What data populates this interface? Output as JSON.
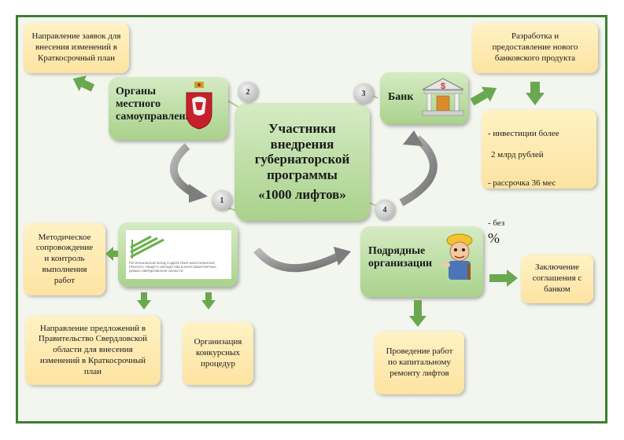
{
  "center": {
    "line1": "Участники",
    "line2": "внедрения",
    "line3": "губернаторской",
    "line4": "программы",
    "line5": "«1000 лифтов»"
  },
  "nodes": {
    "local_gov": "Органы\nместного\nсамоуправления",
    "bank": "Банк",
    "contractors": "Подрядные\nорганизации",
    "fund_logo_text": "РЕГИОНАЛЬНЫЙ ФОНД СОДЕЙСТВИЯ КАПИТАЛЬНОМУ РЕМОНТУ ОБЩЕГО ИМУЩЕСТВА В МНОГОКВАРТИРНЫХ ДОМАХ СВЕРДЛОВСКОЙ ОБЛАСТИ"
  },
  "badges": [
    "1",
    "2",
    "3",
    "4"
  ],
  "boxes": {
    "applications": "Направление заявок для\nвнесения изменений в\nКраткосрочный план",
    "bank_product": "Разработка и\nпредоставление нового\nбанковского продукта",
    "bank_terms": {
      "l1": "- инвестиции более",
      "l2": "2 млрд рублей",
      "l3": "- рассрочка 36 мес",
      "l4": "- без",
      "l4_sym": "%"
    },
    "methodical": "Методическое\nсопровождение\nи контроль\nвыполнения\nработ",
    "proposals": "Направление предложений в\nПравительство Свердловской\nобласти для внесения\nизменений в Краткосрочный\nплан",
    "tenders": "Организация\nконкурсных\nпроцедур",
    "repair_works": "Проведение работ\nпо капитальному\nремонту лифтов",
    "agreement": "Заключение\nсоглашения с\nбанком"
  },
  "colors": {
    "frame": "#3f7e33",
    "green_box": "#a9d28c",
    "yellow_box": "#fde3a1",
    "arrow_green": "#6aa84f",
    "curve_gray": "#8c8c8c",
    "coat_red": "#c8202a"
  },
  "icons": [
    "coat-of-arms-icon",
    "bank-building-icon",
    "worker-icon",
    "fund-logo-icon"
  ]
}
